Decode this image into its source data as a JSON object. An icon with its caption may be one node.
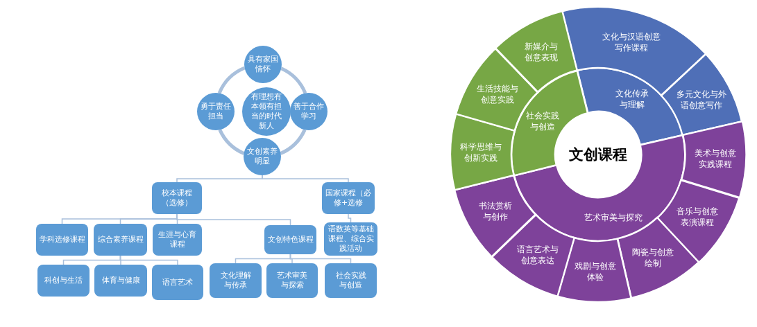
{
  "diagram": {
    "nodes": [
      {
        "text": [
          "具有家国情怀"
        ]
      },
      {
        "text": [
          "勇于责任担当"
        ]
      },
      {
        "text": [
          "有理想有本领有担当的时代新人"
        ]
      },
      {
        "text": [
          "善于合作学习"
        ]
      },
      {
        "text": [
          "文创素养明显"
        ]
      },
      {
        "text": [
          "校本课程（选修）"
        ]
      },
      {
        "text": [
          "国家课程（必修+选修"
        ]
      },
      {
        "text": [
          "学科选修课程"
        ]
      },
      {
        "text": [
          "综合素养课程"
        ]
      },
      {
        "text": [
          "生涯与心育课程"
        ]
      },
      {
        "text": [
          "文创特色课程"
        ]
      },
      {
        "text": [
          "语数英等基础课程、综合实践活动"
        ]
      },
      {
        "text": [
          "科创与生活"
        ]
      },
      {
        "text": [
          "体育与健康"
        ]
      },
      {
        "text": [
          "语言艺术"
        ]
      },
      {
        "text": [
          "文化理解与传承"
        ]
      },
      {
        "text": [
          "艺术审美与探索"
        ]
      },
      {
        "text": [
          "社会实践与创造"
        ]
      },
      {
        "text": [
          "文创课程"
        ]
      },
      {
        "text": [
          "文化传承与理解"
        ]
      },
      {
        "text": [
          "艺术审美与探究"
        ]
      },
      {
        "text": [
          "社会实践与创造"
        ]
      },
      {
        "text": [
          "文化与汉语创意写作课程"
        ]
      },
      {
        "text": [
          "多元文化与外语创意写作"
        ]
      },
      {
        "text": [
          "美术与创意实践课程"
        ]
      },
      {
        "text": [
          "音乐与创意表演课程"
        ]
      },
      {
        "text": [
          "陶瓷与创意绘制"
        ]
      },
      {
        "text": [
          "戏剧与创意体验"
        ]
      },
      {
        "text": [
          "语言艺术与创意表达"
        ]
      },
      {
        "text": [
          "书法赏析与创作"
        ]
      },
      {
        "text": [
          "科学思维与创新实践"
        ]
      },
      {
        "text": [
          "生活技能与创意实践"
        ]
      },
      {
        "text": [
          "新媒介与创意表现"
        ]
      }
    ],
    "edges": [
      {
        "from": 0,
        "to": 3,
        "arrow": "none",
        "style": "thick"
      },
      {
        "from": 3,
        "to": 4,
        "arrow": "none",
        "style": "thick"
      },
      {
        "from": 4,
        "to": 1,
        "arrow": "none",
        "style": "thick"
      },
      {
        "from": 1,
        "to": 0,
        "arrow": "none",
        "style": "thick"
      },
      {
        "from": 4,
        "to": 5,
        "arrow": "none"
      },
      {
        "from": 4,
        "to": 6,
        "arrow": "none"
      },
      {
        "from": 5,
        "to": 7,
        "arrow": "none"
      },
      {
        "from": 5,
        "to": 8,
        "arrow": "none"
      },
      {
        "from": 5,
        "to": 9,
        "arrow": "none"
      },
      {
        "from": 5,
        "to": 10,
        "arrow": "none"
      },
      {
        "from": 6,
        "to": 11,
        "arrow": "none"
      },
      {
        "from": 8,
        "to": 12,
        "arrow": "none"
      },
      {
        "from": 8,
        "to": 13,
        "arrow": "none"
      },
      {
        "from": 8,
        "to": 14,
        "arrow": "none"
      },
      {
        "from": 10,
        "to": 15,
        "arrow": "none"
      },
      {
        "from": 10,
        "to": 16,
        "arrow": "none"
      },
      {
        "from": 10,
        "to": 17,
        "arrow": "none"
      }
    ]
  }
}
